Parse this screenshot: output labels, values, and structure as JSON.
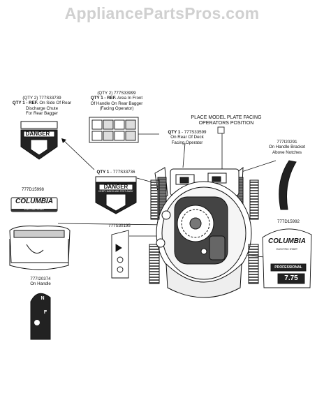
{
  "watermark": "AppliancePartsPros.com",
  "callouts": {
    "discharge_chute": {
      "line1": "(QTY 2) 777S33739",
      "qty": "QTY 1 - REF.",
      "line2": "On Side Of Rear",
      "line3": "Discharge Chute",
      "line4": "For Rear Bagger"
    },
    "handle_front": {
      "line1": "(QTY 2) 777S33999",
      "qty": "QTY 1 - REF.",
      "line2": "Area In Front",
      "line3": "Of Handle On Rear Bagger",
      "line4": "(Facing Operator)"
    },
    "rear_deck": {
      "qty": "QTY 1",
      "part": "- 777S33599",
      "line2": "On Rear Of Deck",
      "line3": "Facing Operator"
    },
    "model_plate": {
      "line1": "PLACE MODEL PLATE FACING",
      "line2": "OPERATORS POSITION"
    },
    "handle_bracket": {
      "line1": "777I20291",
      "line2": "On Handle Bracket",
      "line3": "Above Notches"
    },
    "danger_center": {
      "qty": "QTY 1",
      "part": "- 777S33736"
    },
    "logo_small": {
      "part": "777D15998"
    },
    "handle_decal": {
      "part": "777S30195"
    },
    "on_handle": {
      "line1": "777I20374",
      "line2": "On Handle"
    },
    "engine_decal": {
      "part": "777D15992"
    }
  },
  "decals": {
    "danger_word": "DANGER",
    "danger_small": "KEEP HANDS AND FEET AWAY",
    "columbia": "COLUMBIA",
    "columbia_sub": "ELECTRIC START",
    "professional": "PROFESSIONAL",
    "hp": "7.75",
    "tag_letters": [
      "N",
      "F"
    ]
  }
}
